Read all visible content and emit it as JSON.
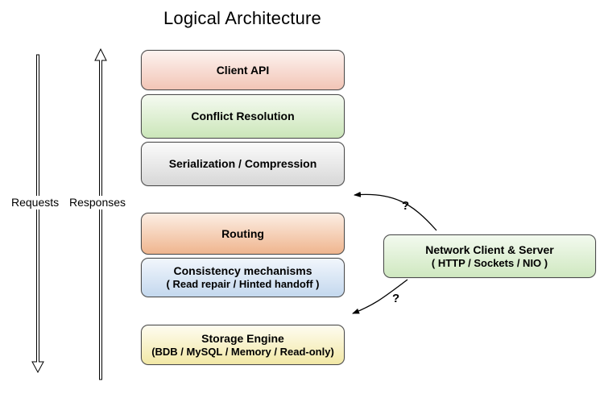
{
  "title": "Logical Architecture",
  "flow_labels": {
    "requests": "Requests",
    "responses": "Responses"
  },
  "stack": [
    {
      "id": "client-api",
      "label": "Client API",
      "color": "#f2c5b6"
    },
    {
      "id": "conflict-resolution",
      "label": "Conflict Resolution",
      "color": "#cbe6b9"
    },
    {
      "id": "serialization-compression",
      "label": "Serialization / Compression",
      "color": "#d7d7d7"
    },
    {
      "id": "routing",
      "label": "Routing",
      "color": "#efb58e"
    },
    {
      "id": "consistency-mechanisms",
      "label": "Consistency mechanisms",
      "sublabel": "( Read repair / Hinted handoff )",
      "color": "#c4d8ee"
    },
    {
      "id": "storage-engine",
      "label": "Storage Engine",
      "sublabel": "(BDB / MySQL / Memory / Read-only)",
      "color": "#f2e8a6"
    }
  ],
  "network_box": {
    "label": "Network Client & Server",
    "sublabel": "( HTTP / Sockets / NIO )",
    "color": "#cfe8c0"
  },
  "connectors": {
    "top_question_mark": "?",
    "bottom_question_mark": "?"
  }
}
